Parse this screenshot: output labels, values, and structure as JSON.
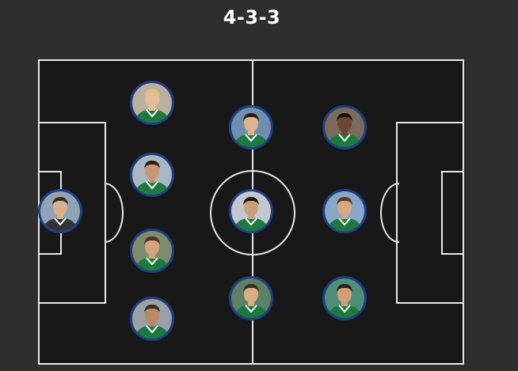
{
  "formation": "4-3-3",
  "colors": {
    "background": "#2e2e2e",
    "pitch": "#181818",
    "lines": "#e8e8e8",
    "avatar_ring": "#1f3f86",
    "kit_green": "#1d7a3e"
  },
  "players": [
    {
      "role": "goalkeeper",
      "icon": "player-photo-avatar"
    },
    {
      "role": "defender",
      "icon": "player-photo-avatar"
    },
    {
      "role": "defender",
      "icon": "player-photo-avatar"
    },
    {
      "role": "defender",
      "icon": "player-photo-avatar"
    },
    {
      "role": "defender",
      "icon": "player-photo-avatar"
    },
    {
      "role": "midfielder",
      "icon": "player-photo-avatar"
    },
    {
      "role": "midfielder",
      "icon": "player-photo-avatar"
    },
    {
      "role": "midfielder",
      "icon": "player-photo-avatar"
    },
    {
      "role": "forward",
      "icon": "player-photo-avatar"
    },
    {
      "role": "forward",
      "icon": "player-photo-avatar"
    },
    {
      "role": "forward",
      "icon": "player-photo-avatar"
    }
  ]
}
